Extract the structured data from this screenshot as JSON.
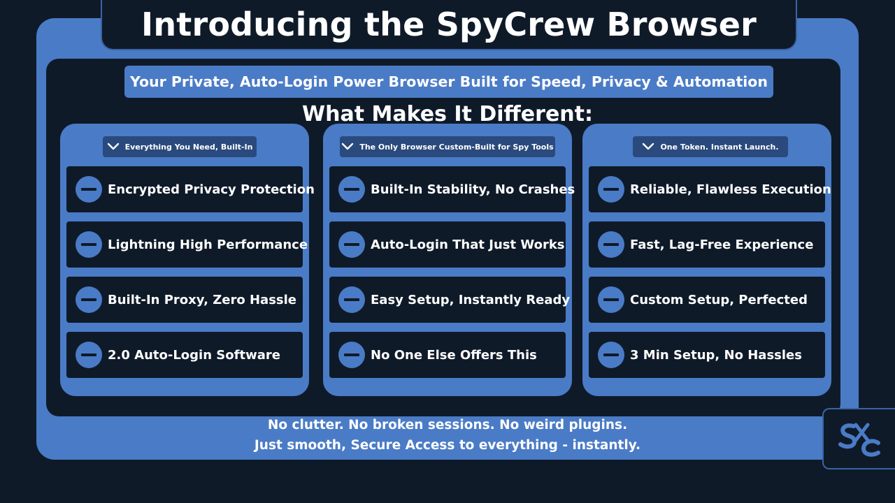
{
  "header": {
    "title": "Introducing the SpyCrew Browser"
  },
  "subtitle": "Your Private, Auto-Login Power Browser Built for Speed, Privacy & Automation",
  "section_heading": "What Makes It Different:",
  "columns": [
    {
      "tab_label": "Everything You Need, Built-In",
      "items": [
        "Encrypted Privacy Protection",
        "Lightning High Performance",
        "Built-In Proxy, Zero Hassle",
        "2.0 Auto-Login Software"
      ]
    },
    {
      "tab_label": "The Only Browser Custom-Built for Spy Tools",
      "items": [
        "Built-In Stability, No Crashes",
        "Auto-Login That Just Works",
        "Easy Setup, Instantly Ready",
        "No One Else Offers This"
      ]
    },
    {
      "tab_label": "One Token. Instant Launch.",
      "items": [
        "Reliable, Flawless Execution",
        "Fast, Lag-Free Experience",
        "Custom Setup, Perfected",
        "3 Min Setup, No Hassles"
      ]
    }
  ],
  "footer": {
    "line1": "No clutter. No broken sessions. No weird plugins.",
    "line2": "Just smooth, Secure Access to everything - instantly."
  },
  "colors": {
    "accent": "#4a7bc6",
    "background": "#0f1a29",
    "tab": "#2a4a7d",
    "text": "#ffffff"
  },
  "icons": {
    "bullet": "minus-circle-icon",
    "tab": "chevron-down-icon",
    "logo": "spycrew-logo-icon"
  }
}
